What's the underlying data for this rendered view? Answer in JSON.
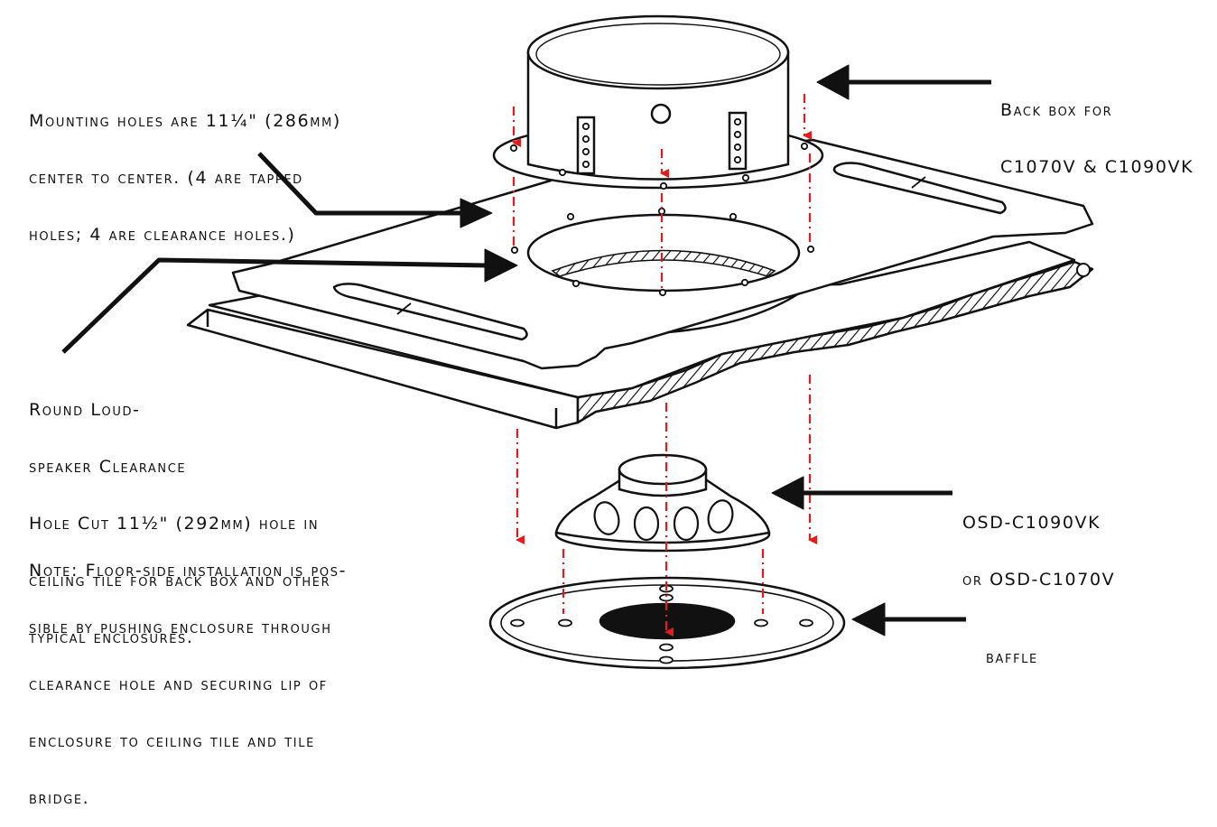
{
  "labels": {
    "mounting": [
      "Mounting holes are 11¼\" (286mm)",
      "center to center. (4 are tapped",
      "holes; 4 are clearance holes.)"
    ],
    "backbox": [
      "Back box for",
      "C1070V & C1090VK"
    ],
    "clearance": [
      "Round Loud-",
      "speaker Clearance",
      "Hole Cut 11½\" (292mm) hole in",
      "ceiling tile for back box and other",
      "typical enclosures."
    ],
    "speaker": [
      "OSD-C1090VK",
      "or OSD-C1070V"
    ],
    "note": [
      "Note: Floor-side installation is pos-",
      "sible by pushing enclosure through",
      "clearance hole and securing lip of",
      "enclosure to ceiling tile and tile",
      "bridge."
    ],
    "baffle": "baffle"
  },
  "colors": {
    "ink": "#111111",
    "guide": "#e31b1b",
    "fill": "#ffffff"
  }
}
